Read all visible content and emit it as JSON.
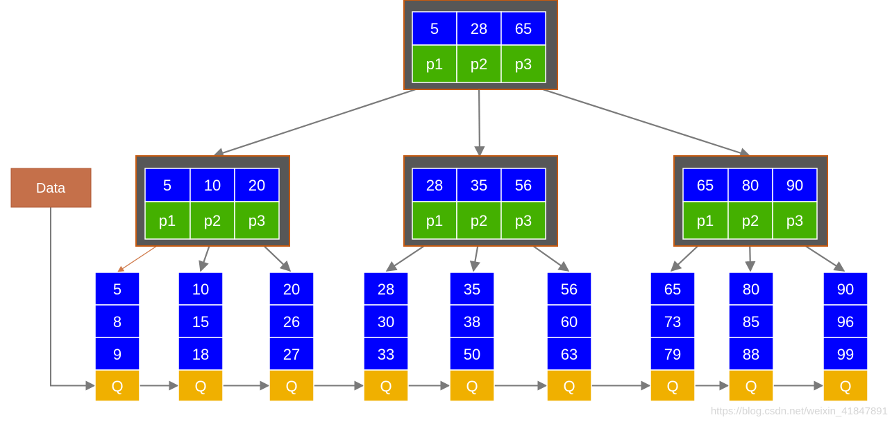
{
  "root": {
    "keys": [
      "5",
      "28",
      "65"
    ],
    "pointers": [
      "p1",
      "p2",
      "p3"
    ]
  },
  "internal": [
    {
      "keys": [
        "5",
        "10",
        "20"
      ],
      "pointers": [
        "p1",
        "p2",
        "p3"
      ]
    },
    {
      "keys": [
        "28",
        "35",
        "56"
      ],
      "pointers": [
        "p1",
        "p2",
        "p3"
      ]
    },
    {
      "keys": [
        "65",
        "80",
        "90"
      ],
      "pointers": [
        "p1",
        "p2",
        "p3"
      ]
    }
  ],
  "leaves": [
    {
      "values": [
        "5",
        "8",
        "9"
      ],
      "next": "Q"
    },
    {
      "values": [
        "10",
        "15",
        "18"
      ],
      "next": "Q"
    },
    {
      "values": [
        "20",
        "26",
        "27"
      ],
      "next": "Q"
    },
    {
      "values": [
        "28",
        "30",
        "33"
      ],
      "next": "Q"
    },
    {
      "values": [
        "35",
        "38",
        "50"
      ],
      "next": "Q"
    },
    {
      "values": [
        "56",
        "60",
        "63"
      ],
      "next": "Q"
    },
    {
      "values": [
        "65",
        "73",
        "79"
      ],
      "next": "Q"
    },
    {
      "values": [
        "80",
        "85",
        "88"
      ],
      "next": "Q"
    },
    {
      "values": [
        "90",
        "96",
        "99"
      ],
      "next": "Q"
    }
  ],
  "data_box": {
    "label": "Data"
  },
  "watermark": "https://blog.csdn.net/weixin_41847891",
  "colors": {
    "key_cell": "#0000ff",
    "pointer_cell": "#44b000",
    "next_cell": "#f0b000",
    "node_frame": "#575757",
    "node_border": "#c55a11",
    "data_box": "#c5704a",
    "arrow": "#7a7a7a",
    "highlight_arrow": "#d07a4a"
  }
}
